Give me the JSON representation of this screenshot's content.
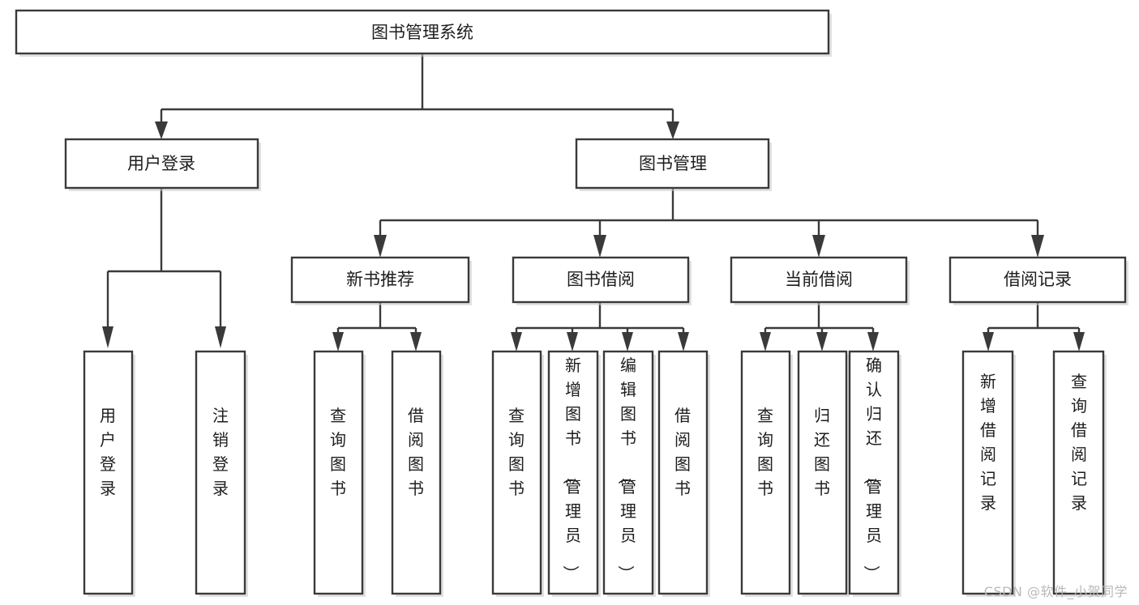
{
  "diagram": {
    "type": "tree-hierarchy",
    "title": "图书管理系统",
    "orientation": "top-down",
    "watermark": "CSDN @软件_小贺同学",
    "colors": {
      "box_fill": "#ffffff",
      "box_stroke": "#3a3a3a",
      "connector": "#3a3a3a",
      "text": "#1d1d1d",
      "watermark": "#b9b9b9"
    },
    "root": {
      "label": "图书管理系统"
    },
    "level2": [
      {
        "label": "用户登录"
      },
      {
        "label": "图书管理"
      }
    ],
    "level3": [
      {
        "label": "新书推荐"
      },
      {
        "label": "图书借阅"
      },
      {
        "label": "当前借阅"
      },
      {
        "label": "借阅记录"
      }
    ],
    "leaves": {
      "user_login": [
        {
          "label": "用户登录"
        },
        {
          "label": "注销登录"
        }
      ],
      "new_book_recommend": [
        {
          "label": "查询图书"
        },
        {
          "label": "借阅图书"
        }
      ],
      "book_borrow": [
        {
          "label": "查询图书"
        },
        {
          "label": "新增图书（管理员）"
        },
        {
          "label": "编辑图书（管理员）"
        },
        {
          "label": "借阅图书"
        }
      ],
      "current_borrow": [
        {
          "label": "查询图书"
        },
        {
          "label": "归还图书"
        },
        {
          "label": "确认归还（管理员）"
        }
      ],
      "borrow_record": [
        {
          "label": "新增借阅记录"
        },
        {
          "label": "查询借阅记录"
        }
      ]
    }
  }
}
